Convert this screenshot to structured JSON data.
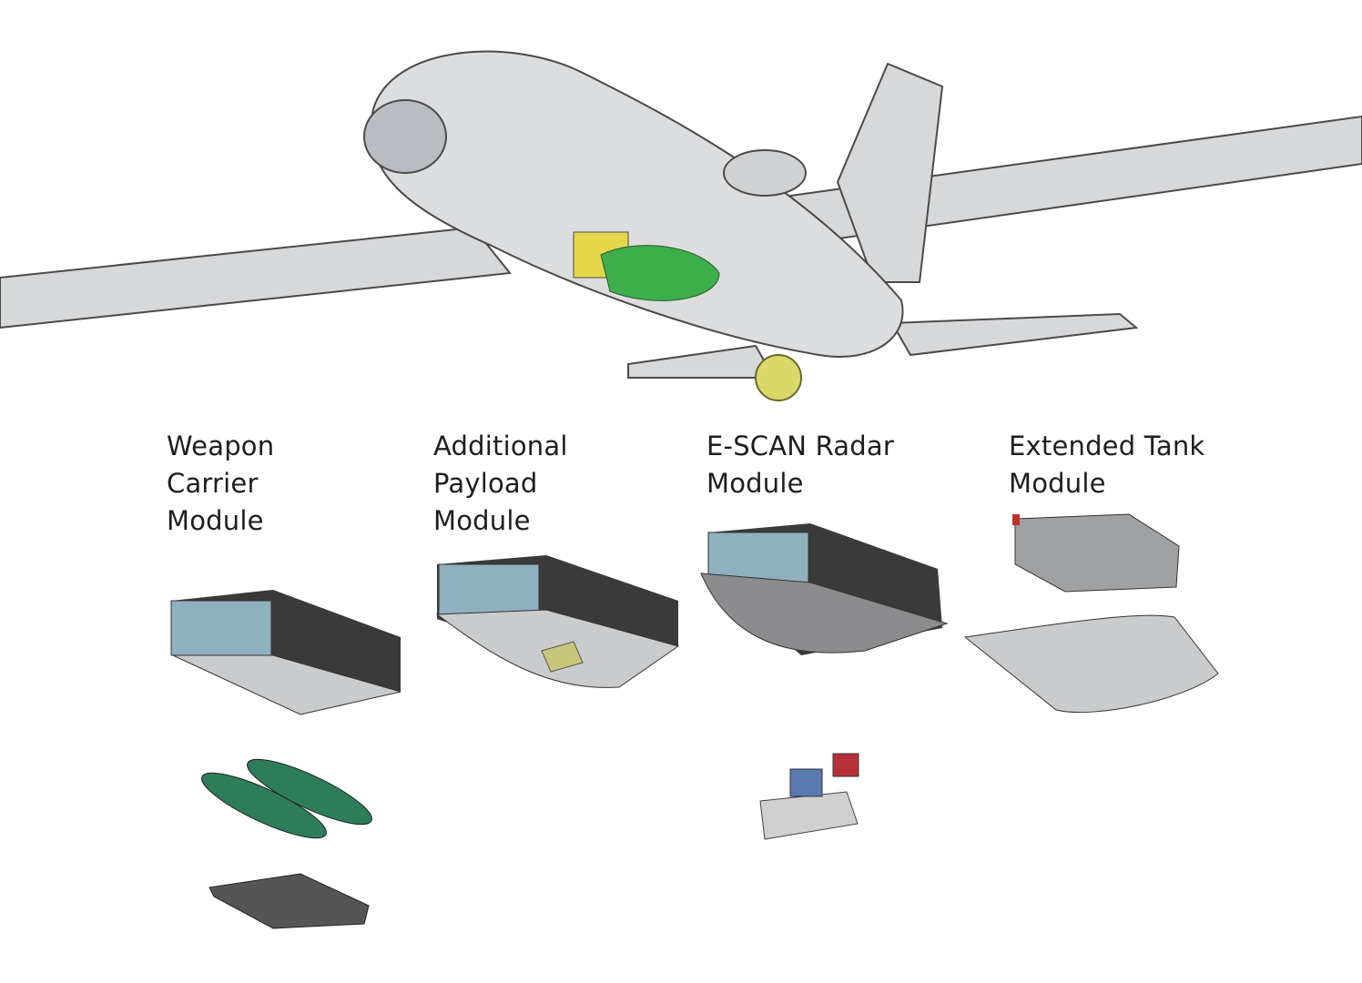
{
  "modules": [
    {
      "label": "Weapon\nCarrier\nModule"
    },
    {
      "label": "Additional\nPayload\nModule"
    },
    {
      "label": "E-SCAN Radar\nModule"
    },
    {
      "label": "Extended Tank\nModule"
    }
  ],
  "colors": {
    "airframe": "#d7d8da",
    "outline": "#4a4a4a",
    "module_face": "#8fb0be",
    "module_side": "#4a4a4a",
    "payload_green": "#3dae4a",
    "payload_yellow": "#e4d84a",
    "weapon_green": "#2e7d5a"
  }
}
